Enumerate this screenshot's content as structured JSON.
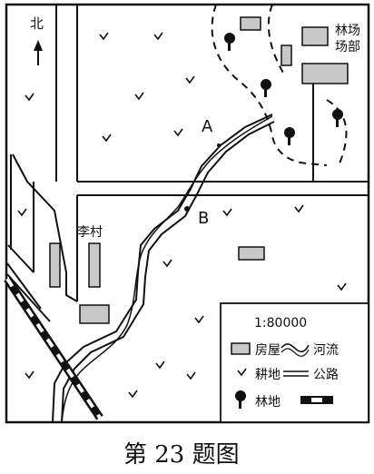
{
  "map": {
    "north_label": "北",
    "forest_farm_label": [
      "林场",
      "场部"
    ],
    "village_label": "李村",
    "point_a": "A",
    "point_b": "B",
    "caption": "第 23 题图"
  },
  "legend": {
    "scale": "1:80000",
    "items": {
      "house": "房屋",
      "river": "河流",
      "farmland": "耕地",
      "road": "公路",
      "forest": "林地"
    }
  },
  "colors": {
    "ink": "#111111",
    "house_fill": "#c8c8c8",
    "background": "#ffffff"
  },
  "icons": {
    "farmland": "tick-symbol",
    "forest": "tree-symbol",
    "railway": "railway-symbol",
    "north": "north-arrow"
  }
}
